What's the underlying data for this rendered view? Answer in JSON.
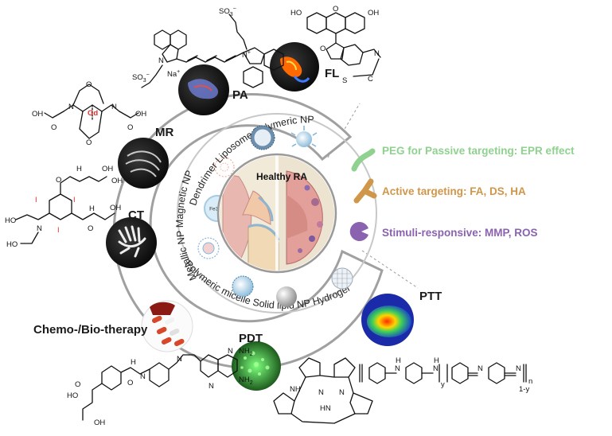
{
  "center_label": "Healthy RA",
  "ring_labels": {
    "liposome": "Liposome",
    "polymeric_np": "Polymeric NP",
    "dendrimer": "Dendrimer",
    "magnetic_np": "Magnetic NP",
    "metallic_np": "Metallic NP",
    "polymeric_micelle": "Polymeric micelle",
    "solid_lipid_np": "Solid lipid NP",
    "hydrogel": "Hydrogel"
  },
  "fe_label": "Fe3O4",
  "modalities": {
    "pa": "PA",
    "fl": "FL",
    "mr": "MR",
    "ct": "CT",
    "chemo": "Chemo-/Bio-therapy",
    "pdt": "PDT",
    "ptt": "PTT"
  },
  "strategies": [
    {
      "label": "PEG for Passive targeting: EPR effect",
      "color": "#8fd18f",
      "icon": "peg-strand-icon"
    },
    {
      "label": "Active targeting: FA, DS, HA",
      "color": "#d0964a",
      "icon": "ligand-icon"
    },
    {
      "label": "Stimuli-responsive: MMP, ROS",
      "color": "#8a62b0",
      "icon": "pacman-icon"
    }
  ],
  "atoms": {
    "so3": "SO",
    "minus": "−",
    "na": "Na",
    "plus": "+",
    "n": "N",
    "o": "O",
    "oh": "OH",
    "ho": "HO",
    "s": "S",
    "c": "C",
    "gd": "Gd",
    "i": "I",
    "h": "H",
    "nh2": "NH",
    "y": "y",
    "one_minus_y": "1-y",
    "sub_n": "n",
    "sub3": "3",
    "sub2": "2"
  }
}
